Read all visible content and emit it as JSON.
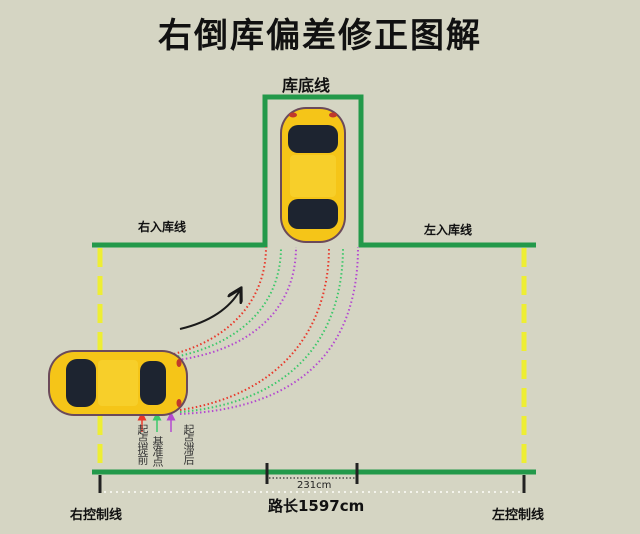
{
  "title": "右倒库偏差修正图解",
  "labels": {
    "garage_bottom_line": "库底线",
    "right_entry_line": "右入库线",
    "left_entry_line": "左入库线",
    "right_control_line": "右控制线",
    "left_control_line": "左控制线",
    "road_length": "路长1597cm",
    "garage_width": "231cm"
  },
  "start_points": [
    {
      "label_line1": "起点",
      "label_line2": "提前",
      "color": "#e8382a"
    },
    {
      "label": "基准点",
      "color": "#3cc86a"
    },
    {
      "label_line1": "起点",
      "label_line2": "滞后",
      "color": "#b44ad0"
    }
  ],
  "colors": {
    "background": "#d5d5c3",
    "boundary_line": "#23994a",
    "dashed_line": "#eeee33",
    "car_body": "#f5c518",
    "early_path": "#e8382a",
    "baseline_path": "#3cc86a",
    "late_path": "#b44ad0"
  },
  "icons": {
    "direction_arrow": "curved-arrow-icon",
    "car_start": "car-icon",
    "car_parked": "car-icon"
  }
}
